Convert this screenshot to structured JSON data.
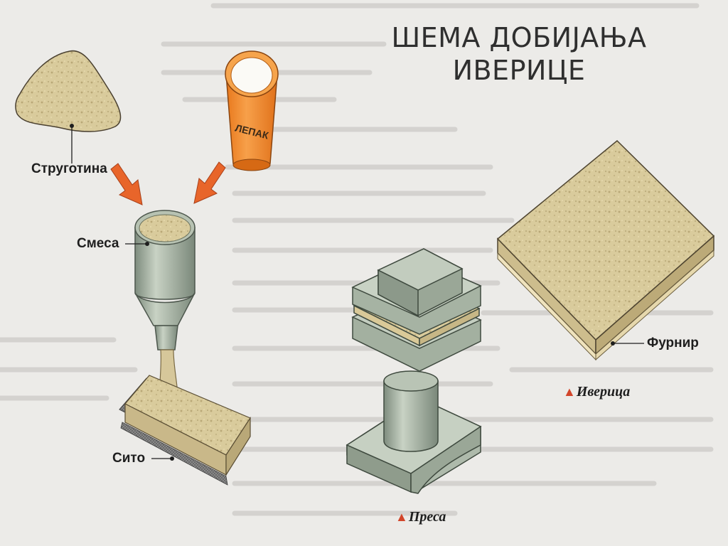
{
  "title": {
    "line1": "ШЕМА ДОБИЈАЊА",
    "line2": "ИВЕРИЦЕ"
  },
  "labels": {
    "sawdust": "Струготина",
    "glue": "ЛЕПАК",
    "mixture": "Смеса",
    "sieve": "Сито",
    "veneer": "Фурнир"
  },
  "captions": {
    "press": "Преса",
    "particleboard": "Иверица",
    "marker": "▲"
  },
  "colors": {
    "chip": "#d8c99a",
    "glue_container": "#f08a24",
    "machine": "#9aa89a",
    "arrow": "#e8652a",
    "marker": "#d2452a"
  },
  "icons": {
    "arrows": "orange-down-arrow-icon",
    "marker": "red-triangle-icon"
  }
}
